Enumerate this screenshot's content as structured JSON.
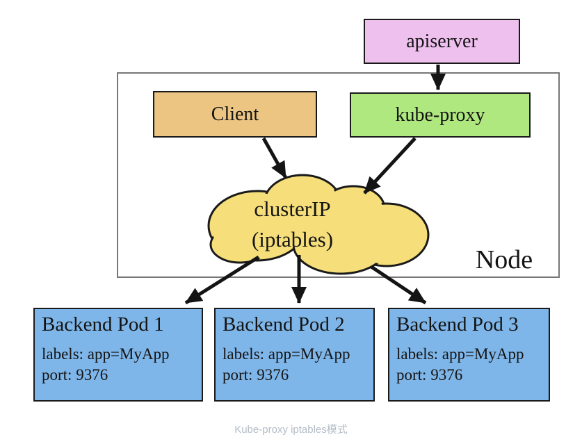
{
  "diagram": {
    "caption": "Kube-proxy iptables模式",
    "node": {
      "label": "Node"
    },
    "apiserver": {
      "label": "apiserver"
    },
    "client": {
      "label": "Client"
    },
    "kube_proxy": {
      "label": "kube-proxy"
    },
    "cluster_ip": {
      "line1": "clusterIP",
      "line2": "(iptables)"
    },
    "pods": [
      {
        "title": "Backend Pod 1",
        "labels": "labels: app=MyApp",
        "port": "port: 9376"
      },
      {
        "title": "Backend Pod 2",
        "labels": "labels: app=MyApp",
        "port": "port: 9376"
      },
      {
        "title": "Backend Pod 3",
        "labels": "labels: app=MyApp",
        "port": "port: 9376"
      }
    ],
    "arrows": [
      "apiserver-to-kube-proxy",
      "client-to-clusterip",
      "kube-proxy-to-clusterip",
      "clusterip-to-pod1",
      "clusterip-to-pod2",
      "clusterip-to-pod3"
    ],
    "colors": {
      "apiserver_fill": "#eec0ee",
      "client_fill": "#ecc583",
      "kube_proxy_fill": "#aee87e",
      "cloud_fill": "#f6df7a",
      "pod_fill": "#7fb6e9",
      "box_border": "#1a1a1a",
      "node_border": "#777777",
      "arrow": "#141414",
      "caption": "#b3bcc6"
    }
  }
}
